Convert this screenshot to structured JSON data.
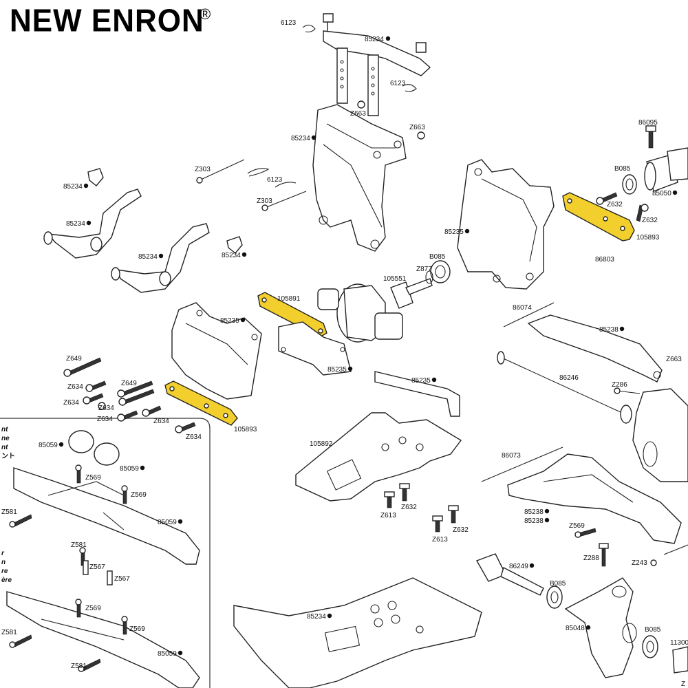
{
  "brand": {
    "name": "NEW ENRON",
    "registered": "®"
  },
  "labels": {
    "p6123a": "6123",
    "p85234_top": "85234",
    "p6123b": "6123",
    "pZ663a": "Z663",
    "p85234_mid": "85234",
    "pZ663b": "Z663",
    "pZ303a": "Z303",
    "p6123c": "6123",
    "pZ303b": "Z303",
    "p85234_l1": "85234",
    "p85234_l2": "85234",
    "p85234_l3": "85234",
    "p85234_l4": "85234",
    "p86095": "86095",
    "pB085a": "B085",
    "p85050": "85050",
    "pZ632a": "Z632",
    "pZ632b": "Z632",
    "p105893a": "105893",
    "p85235a": "85235",
    "pB085b": "B085",
    "pZ877": "Z877",
    "p105551": "105551",
    "p86803": "86803",
    "p105891": "105891",
    "p85235b": "85235",
    "p86074": "86074",
    "p85238a": "85238",
    "p85235c": "85235",
    "pZ649a": "Z649",
    "pZ663c": "Z663",
    "pZ634a": "Z634",
    "pZ649b": "Z649",
    "pZ634b": "Z634",
    "pZ634c": "Z634",
    "pZ634d": "Z634",
    "pZ634e": "Z634",
    "pZ634f": "Z634",
    "p105893b": "105893",
    "p85235d": "85235",
    "p86246": "86246",
    "pZ286": "Z286",
    "p105892": "105892",
    "p85059a": "85059",
    "p85059b": "85059",
    "pZ569a": "Z569",
    "pZ569b": "Z569",
    "p85059c": "85059",
    "pZ581a": "Z581",
    "pZ581b": "Z581",
    "pZ567a": "Z567",
    "pZ567b": "Z567",
    "pZ613a": "Z613",
    "pZ632c": "Z632",
    "pZ613b": "Z613",
    "pZ632d": "Z632",
    "p86073": "86073",
    "p85238b": "85238",
    "p85238c": "85238",
    "pZ569c": "Z569",
    "pZ288": "Z288",
    "pZ243": "Z243",
    "p86249": "86249",
    "pB085c": "B085",
    "p85048": "85048",
    "pB085d": "B085",
    "p11300": "11300",
    "p85234_bot": "85234",
    "pZ569d": "Z569",
    "pZ569e": "Z569",
    "pZ581c": "Z581",
    "pZ581d": "Z581",
    "p85059d": "85059",
    "pZ": "Z",
    "sideA1": "nt",
    "sideA2": "ne",
    "sideA3": "nt",
    "sideA4": "ント",
    "sideB1": "r",
    "sideB2": "n",
    "sideB3": "re",
    "sideB4": "ère"
  },
  "colors": {
    "highlight": "#f2cf2c",
    "line": "#222222"
  }
}
